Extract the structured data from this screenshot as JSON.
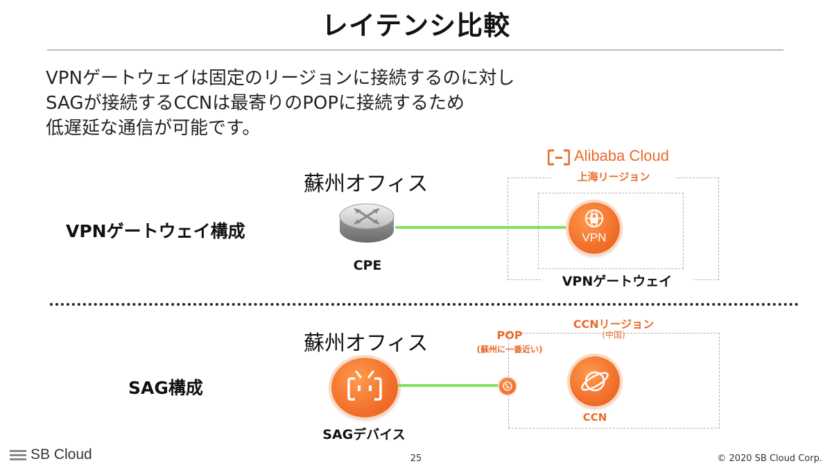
{
  "slide_title": "レイテンシ比較",
  "intro_lines": [
    "VPNゲートウェイは固定のリージョンに接続するのに対し",
    "SAGが接続するCCNは最寄りのPOPに接続するため",
    "低遅延な通信が可能です。"
  ],
  "provider_logo_text": "Alibaba Cloud",
  "top_section": {
    "label": "VPNゲートウェイ構成",
    "office": "蘇州オフィス",
    "device": "CPE",
    "region": "上海リージョン",
    "gateway_icon_text": "VPN",
    "gateway_label": "VPNゲートウェイ"
  },
  "bottom_section": {
    "label": "SAG構成",
    "office": "蘇州オフィス",
    "device": "SAGデバイス",
    "pop_label": "POP",
    "pop_sub": "(蘇州に一番近い)",
    "region": "CCNリージョン",
    "region_sub": "(中国)",
    "ccn_label": "CCN"
  },
  "footer": {
    "brand": "SB Cloud",
    "page": "25",
    "copyright": "© 2020 SB Cloud Corp."
  },
  "colors": {
    "accent_orange": "#ea6b2a",
    "link_green": "#7fe35a",
    "text": "#111111"
  }
}
